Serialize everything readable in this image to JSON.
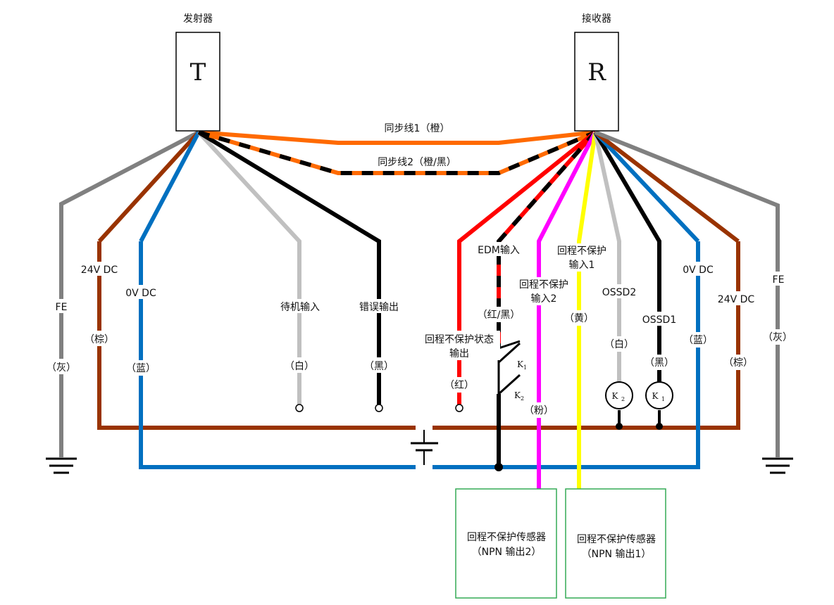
{
  "transmitter": {
    "title": "发射器",
    "letter": "T"
  },
  "receiver": {
    "title": "接收器",
    "letter": "R"
  },
  "sync1": "同步线1（橙）",
  "sync2": "同步线2（橙/黑）",
  "t_wires": {
    "fe": {
      "label": "FE",
      "color_label": "（灰）"
    },
    "v24": {
      "label": "24V DC",
      "color_label": "（棕）"
    },
    "v0": {
      "label": "0V DC",
      "color_label": "（蓝）"
    },
    "standby": {
      "label": "待机输入",
      "color_label": "（白）"
    },
    "error": {
      "label": "错误输出",
      "color_label": "（黑）"
    }
  },
  "r_wires": {
    "mute_status": {
      "label1": "回程不保护状态",
      "label2": "输出",
      "color_label": "（红）"
    },
    "edm": {
      "label": "EDM输入",
      "color_label": "（红/黑）"
    },
    "mute2": {
      "label1": "回程不保护",
      "label2": "输入2",
      "color_label": "（粉）"
    },
    "mute1": {
      "label1": "回程不保护",
      "label2": "输入1",
      "color_label": "（黄）"
    },
    "ossd2": {
      "label": "OSSD2",
      "color_label": "（白）"
    },
    "ossd1": {
      "label": "OSSD1",
      "color_label": "（黑）"
    },
    "v0": {
      "label": "0V DC",
      "color_label": "（蓝）"
    },
    "v24": {
      "label": "24V DC",
      "color_label": "（棕）"
    },
    "fe": {
      "label": "FE",
      "color_label": "（灰）"
    }
  },
  "relays": {
    "k1": "K",
    "k1_sub": "1",
    "k2": "K",
    "k2_sub": "2"
  },
  "sensor2": {
    "line1": "回程不保护传感器",
    "line2": "（NPN 输出2）"
  },
  "sensor1": {
    "line1": "回程不保护传感器",
    "line2": "（NPN 输出1）"
  },
  "colors": {
    "orange": "#ff6a00",
    "black": "#000000",
    "gray": "#808080",
    "lightgray": "#c0c0c0",
    "brown": "#993300",
    "blue": "#0070c0",
    "red": "#ff0000",
    "magenta": "#ff00ff",
    "yellow": "#ffff00",
    "green": "#33aa55"
  }
}
